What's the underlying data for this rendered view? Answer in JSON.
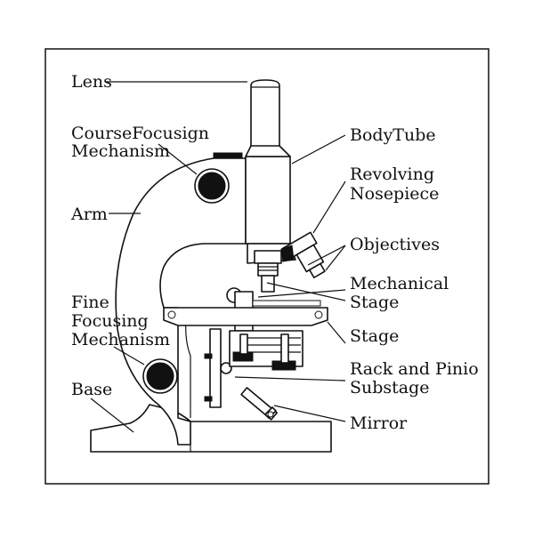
{
  "labels": {
    "lens": "Lens",
    "coarse_focus_1": "CourseFocusign",
    "coarse_focus_2": "Mechanism",
    "arm": "Arm",
    "fine_focus_1": "Fine",
    "fine_focus_2": "Focusing",
    "fine_focus_3": "Mechanism",
    "base": "Base",
    "body_tube": "BodyTube",
    "nosepiece_1": "Revolving",
    "nosepiece_2": "Nosepiece",
    "objectives": "Objectives",
    "mech_stage_1": "Mechanical",
    "mech_stage_2": "Stage",
    "stage": "Stage",
    "rack_pinion_1": "Rack and Pinio",
    "rack_pinion_2": "Substage",
    "mirror": "Mirror"
  }
}
